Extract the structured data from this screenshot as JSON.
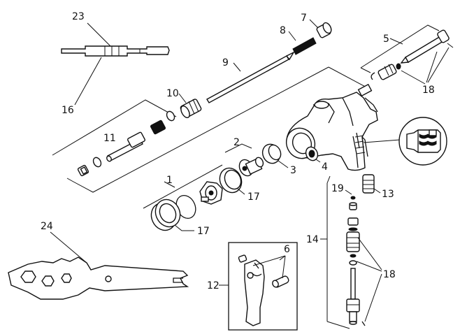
{
  "diagram": {
    "callouts": {
      "c1": "1",
      "c2": "2",
      "c3": "3",
      "c4": "4",
      "c5": "5",
      "c6": "6",
      "c7": "7",
      "c8": "8",
      "c9": "9",
      "c10": "10",
      "c11": "11",
      "c12": "12",
      "c13": "13",
      "c14": "14",
      "c16": "16",
      "c17a": "17",
      "c17b": "17",
      "c18a": "18",
      "c18b": "18",
      "c19": "19",
      "c23": "23",
      "c24": "24"
    }
  }
}
